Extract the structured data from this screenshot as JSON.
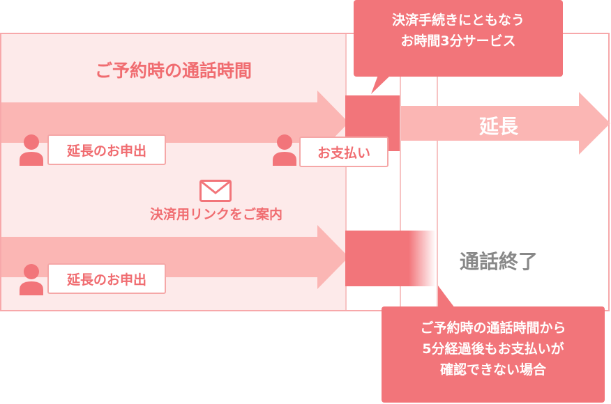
{
  "diagram": {
    "reservation_title": "ご予約時の通話時間",
    "request_label_1": "延長のお申出",
    "payment_label": "お支払い",
    "request_label_2": "延長のお申出",
    "mail_caption": "決済用リンクをご案内",
    "extension_label": "延長",
    "call_end_label": "通話終了",
    "callout_top": {
      "line1": "決済手続きにともなう",
      "line2": "お時間3分サービス"
    },
    "callout_bottom": {
      "line1": "ご予約時の通話時間から",
      "line2": "5分経過後もお支払いが",
      "line3": "確認できない場合"
    },
    "colors": {
      "frame": "#f7a8aa",
      "reserved_bg": "#fdeaea",
      "arrow": "#fbb6b4",
      "accent": "#f2757a",
      "text_pink": "#f06c70",
      "text_gray": "#888888"
    },
    "icons": [
      "person-icon",
      "person-icon",
      "person-icon",
      "mail-icon"
    ]
  }
}
